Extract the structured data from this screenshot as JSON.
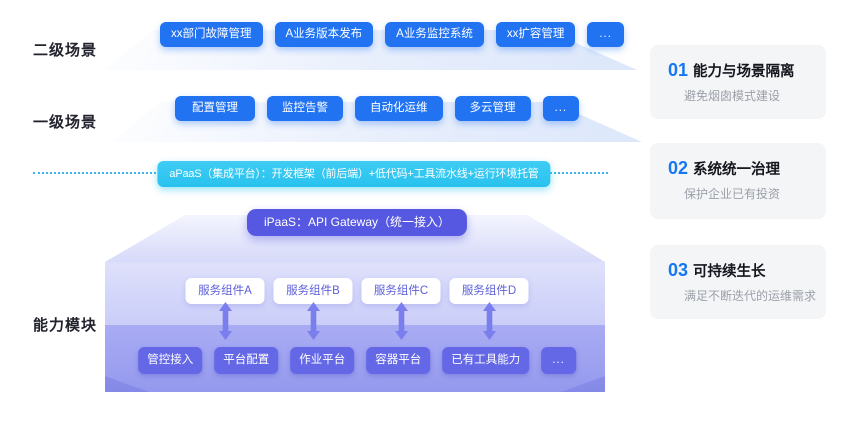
{
  "scene_rows": [
    {
      "label": "二级场景",
      "buttons": [
        "xx部门故障管理",
        "A业务版本发布",
        "A业务监控系统",
        "xx扩容管理",
        "..."
      ]
    },
    {
      "label": "一级场景",
      "buttons": [
        "配置管理",
        "监控告警",
        "自动化运维",
        "多云管理",
        "..."
      ]
    }
  ],
  "apaas": {
    "label": "aPaaS（集成平台）：开发框架（前后端）+低代码+工具流水线+运行环境托管"
  },
  "ipaas": {
    "label": "iPaaS：API Gateway（统一接入）"
  },
  "capability": {
    "label": "能力模块",
    "components": [
      "服务组件A",
      "服务组件B",
      "服务组件C",
      "服务组件D"
    ],
    "tools": [
      "管控接入",
      "平台配置",
      "作业平台",
      "容器平台",
      "已有工具能力",
      "..."
    ]
  },
  "benefit_cards": [
    {
      "number": "01",
      "title": "能力与场景隔离",
      "subtitle": "避免烟囱模式建设"
    },
    {
      "number": "02",
      "title": "系统统一治理",
      "subtitle": "保护企业已有投资"
    },
    {
      "number": "03",
      "title": "可持续生长",
      "subtitle": "满足不断迭代的运维需求"
    }
  ],
  "colors": {
    "scene_button_blue": "#2273f2",
    "apaas_cyan": "#30c6f1",
    "ipaas_indigo": "#5658e1",
    "tool_button_purple": "#6468e6",
    "band_purple": "#9b9ef0",
    "card_number_blue": "#1677f0",
    "dotted_line_cyan": "#3db5eb"
  }
}
